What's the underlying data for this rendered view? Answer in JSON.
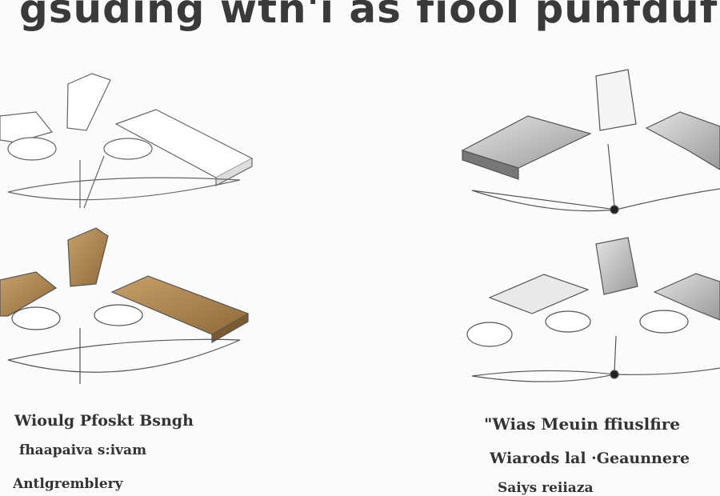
{
  "title": "gsuding wtn'i as fiool punfduf",
  "captions": {
    "left": {
      "line1": "Wioulg Pfoskt Bsngh",
      "line2": "fhaapaiva s:ivam",
      "line3": "Antlgremblery"
    },
    "right": {
      "line1": "\"Wias Meuin ffiuslfire",
      "line2": "Wiarods lal ·Geaunnere",
      "line3": "Saiys reiiaza"
    }
  },
  "colors": {
    "background": "#fbfbfb",
    "wood": "#b08a55",
    "wood_dark": "#7a5a30",
    "metal": "#c9c9c9",
    "metal_dark": "#8f8f8f",
    "ink": "#333333"
  }
}
